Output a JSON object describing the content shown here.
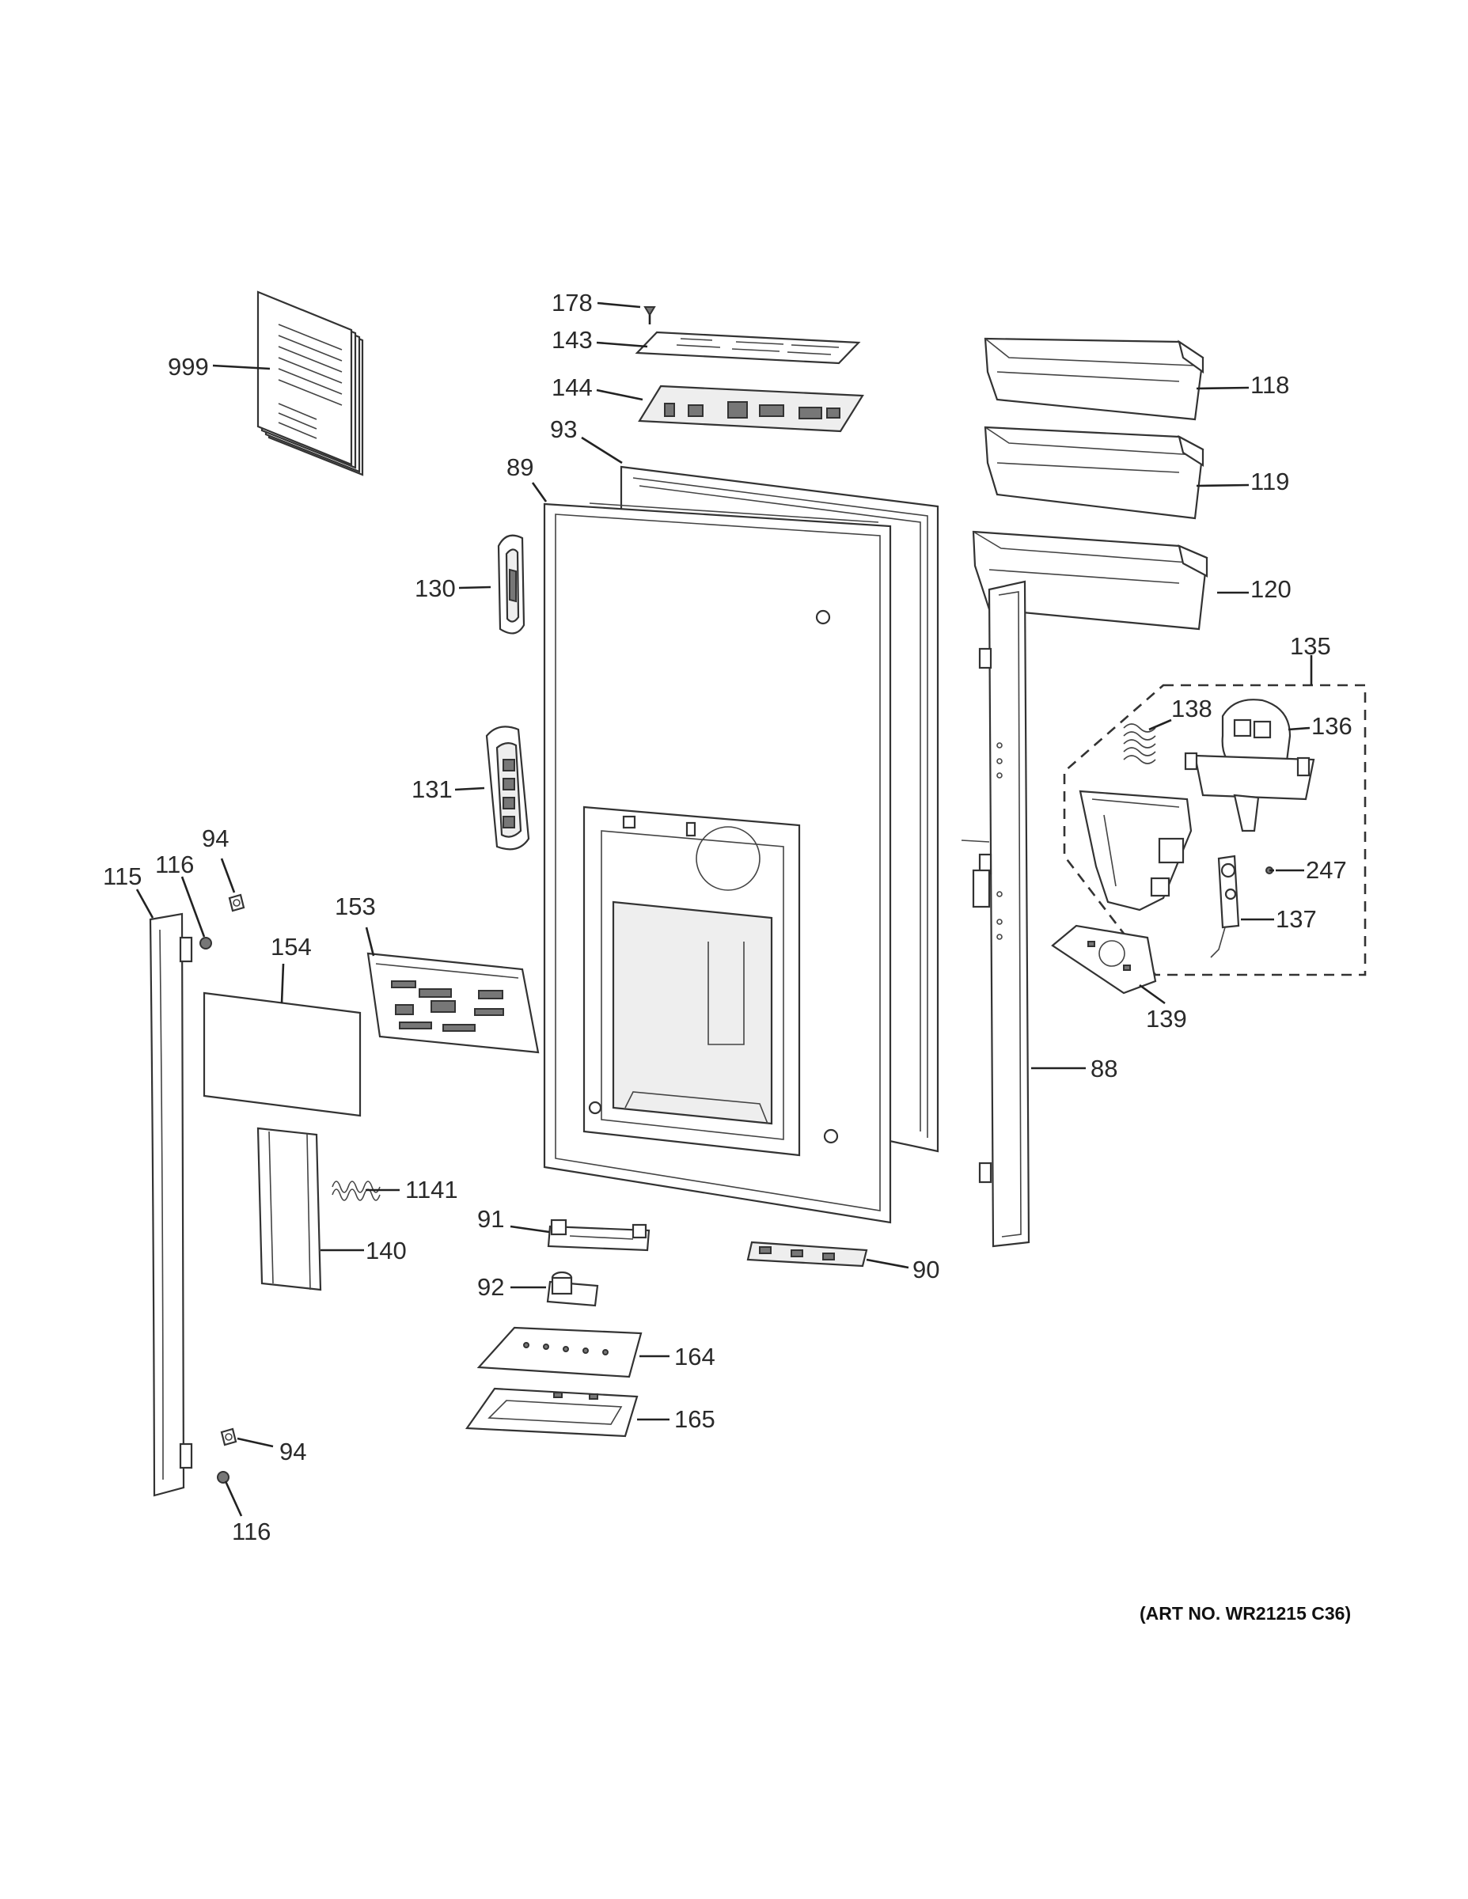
{
  "callouts": {
    "c999": "999",
    "c178": "178",
    "c143": "143",
    "c144": "144",
    "c93": "93",
    "c89": "89",
    "c118": "118",
    "c119": "119",
    "c120": "120",
    "c130": "130",
    "c135": "135",
    "c138": "138",
    "c136": "136",
    "c131": "131",
    "c94a": "94",
    "c116a": "116",
    "c115": "115",
    "c153": "153",
    "c154": "154",
    "c247": "247",
    "c137": "137",
    "c139": "139",
    "c88": "88",
    "c1141": "1141",
    "c140": "140",
    "c91": "91",
    "c90": "90",
    "c92": "92",
    "c164": "164",
    "c165": "165",
    "c94b": "94",
    "c116b": "116"
  },
  "art_number": "(ART NO. WR21215 C36)"
}
